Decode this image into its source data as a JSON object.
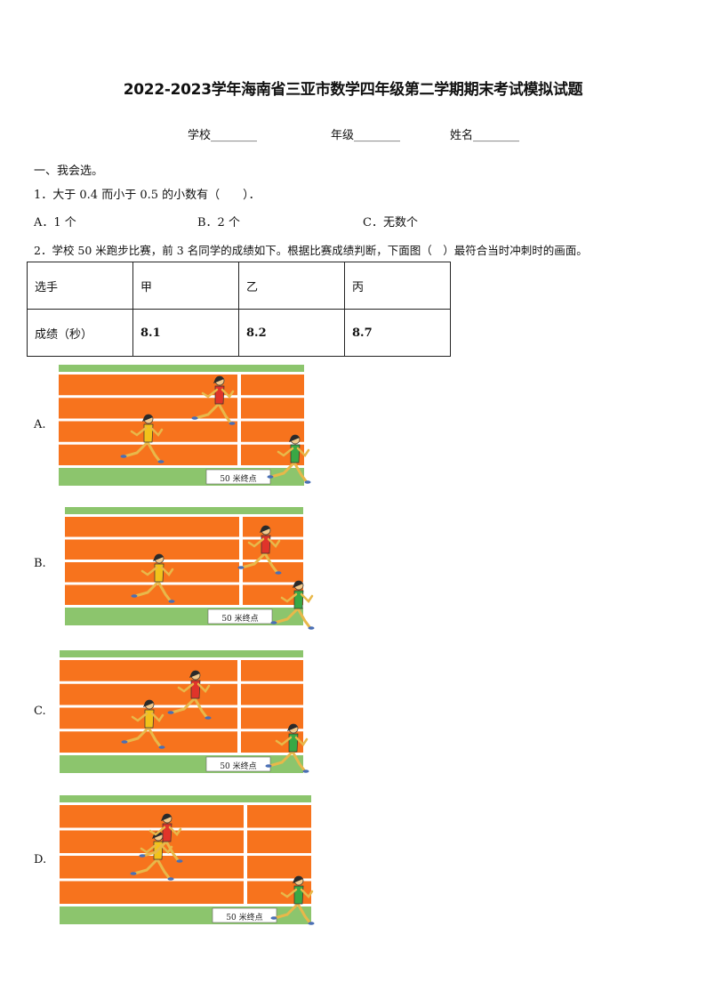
{
  "title": "2022-2023学年海南省三亚市数学四年级第二学期期末考试模拟试题",
  "info": {
    "school": "学校________",
    "grade": "年级________",
    "name": "姓名________"
  },
  "section1": "一、我会选。",
  "q1": {
    "text": "1．大于 0.4 而小于 0.5 的小数有（　　）．",
    "options": [
      "A．1 个",
      "B．2 个",
      "C．无数个"
    ]
  },
  "q2": {
    "text": "2．学校 50 米跑步比赛，前 3 名同学的成绩如下。根据比赛成绩判断，下面图（　）最符合当时冲刺时的画面。",
    "table": {
      "header": [
        "选手",
        "甲",
        "乙",
        "丙"
      ],
      "row": [
        "成绩（秒）",
        "8.1",
        "8.2",
        "8.7"
      ]
    },
    "option_labels": [
      "A.",
      "B.",
      "C.",
      "D."
    ],
    "finish_label": "50 米终点"
  },
  "colors": {
    "track": "#f7731d",
    "grass": "#8cc56d",
    "lane_line": "#ffffff"
  }
}
